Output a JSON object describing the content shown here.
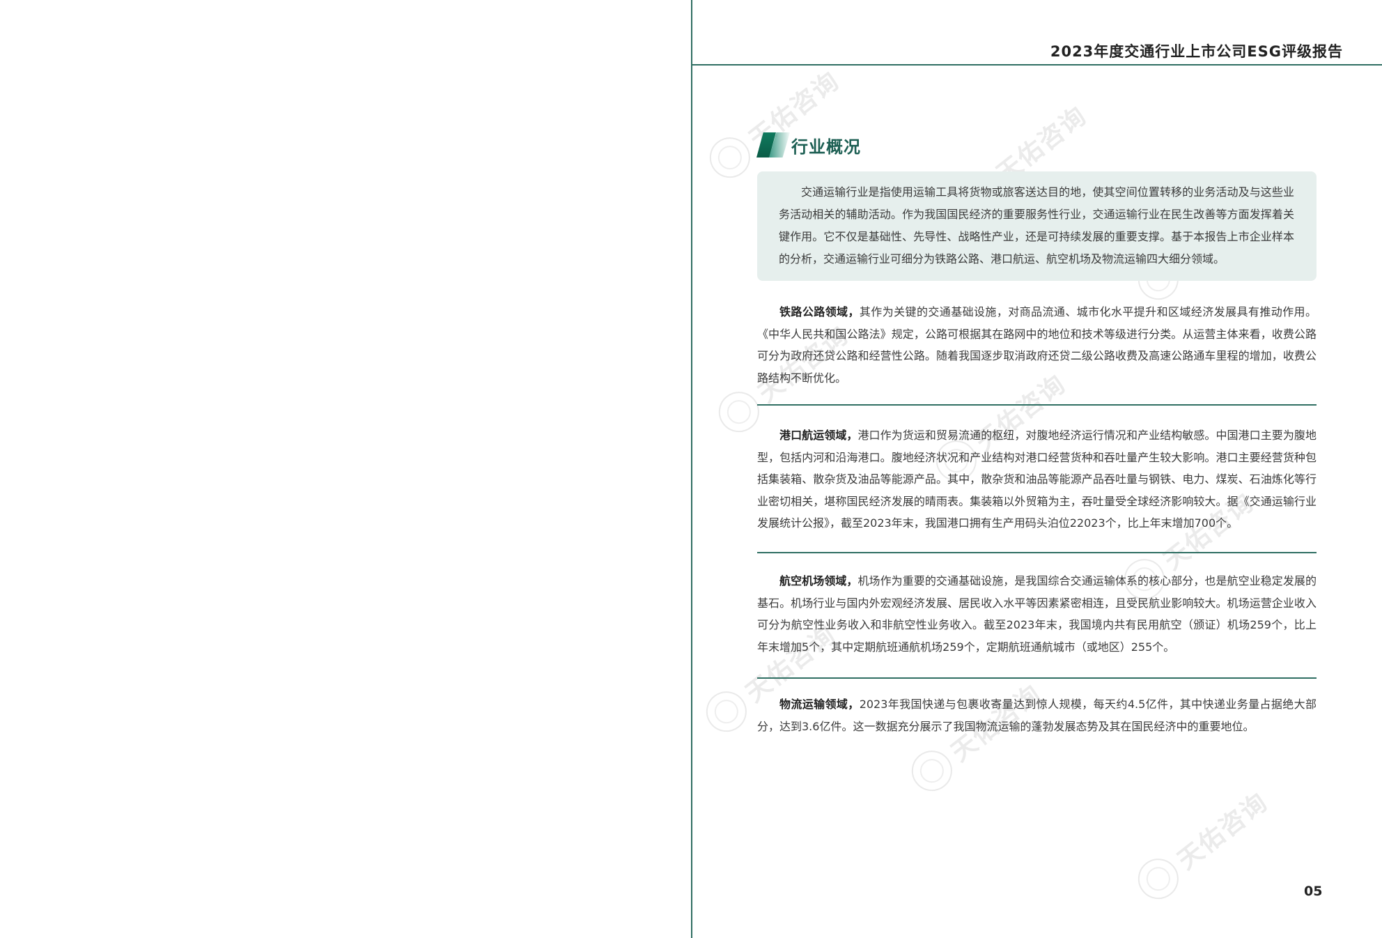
{
  "header": {
    "title": "2023年度交通行业上市公司ESG评级报告"
  },
  "section": {
    "title": "行业概况"
  },
  "intro": {
    "text": "交通运输行业是指使用运输工具将货物或旅客送达目的地，使其空间位置转移的业务活动及与这些业务活动相关的辅助活动。作为我国国民经济的重要服务性行业，交通运输行业在民生改善等方面发挥着关键作用。它不仅是基础性、先导性、战略性产业，还是可持续发展的重要支撑。基于本报告上市企业样本的分析，交通运输行业可细分为铁路公路、港口航运、航空机场及物流运输四大细分领域。"
  },
  "domains": [
    {
      "label": "铁路公路领域，",
      "text": "其作为关键的交通基础设施，对商品流通、城市化水平提升和区域经济发展具有推动作用。《中华人民共和国公路法》规定，公路可根据其在路网中的地位和技术等级进行分类。从运营主体来看，收费公路可分为政府还贷公路和经营性公路。随着我国逐步取消政府还贷二级公路收费及高速公路通车里程的增加，收费公路结构不断优化。"
    },
    {
      "label": "港口航运领域，",
      "text": "港口作为货运和贸易流通的枢纽，对腹地经济运行情况和产业结构敏感。中国港口主要为腹地型，包括内河和沿海港口。腹地经济状况和产业结构对港口经营货种和吞吐量产生较大影响。港口主要经营货种包括集装箱、散杂货及油品等能源产品。其中，散杂货和油品等能源产品吞吐量与钢铁、电力、煤炭、石油炼化等行业密切相关，堪称国民经济发展的晴雨表。集装箱以外贸箱为主，吞吐量受全球经济影响较大。据《交通运输行业发展统计公报》，截至2023年末，我国港口拥有生产用码头泊位22023个，比上年末增加700个。"
    },
    {
      "label": "航空机场领域，",
      "text": "机场作为重要的交通基础设施，是我国综合交通运输体系的核心部分，也是航空业稳定发展的基石。机场行业与国内外宏观经济发展、居民收入水平等因素紧密相连，且受民航业影响较大。机场运营企业收入可分为航空性业务收入和非航空性业务收入。截至2023年末，我国境内共有民用航空（颁证）机场259个，比上年末增加5个，其中定期航班通航机场259个，定期航班通航城市（或地区）255个。"
    },
    {
      "label": "物流运输领域，",
      "text": "2023年我国快递与包裹收寄量达到惊人规模，每天约4.5亿件，其中快递业务量占据绝大部分，达到3.6亿件。这一数据充分展示了我国物流运输的蓬勃发展态势及其在国民经济中的重要地位。"
    }
  ],
  "footer": {
    "page_number": "05"
  },
  "watermark": {
    "text": "天佑咨询",
    "icon": "tyzx-seal-icon"
  },
  "colors": {
    "accent": "#2e6e62",
    "heading": "#1b5e52",
    "intro_bg": "#e6efed"
  }
}
